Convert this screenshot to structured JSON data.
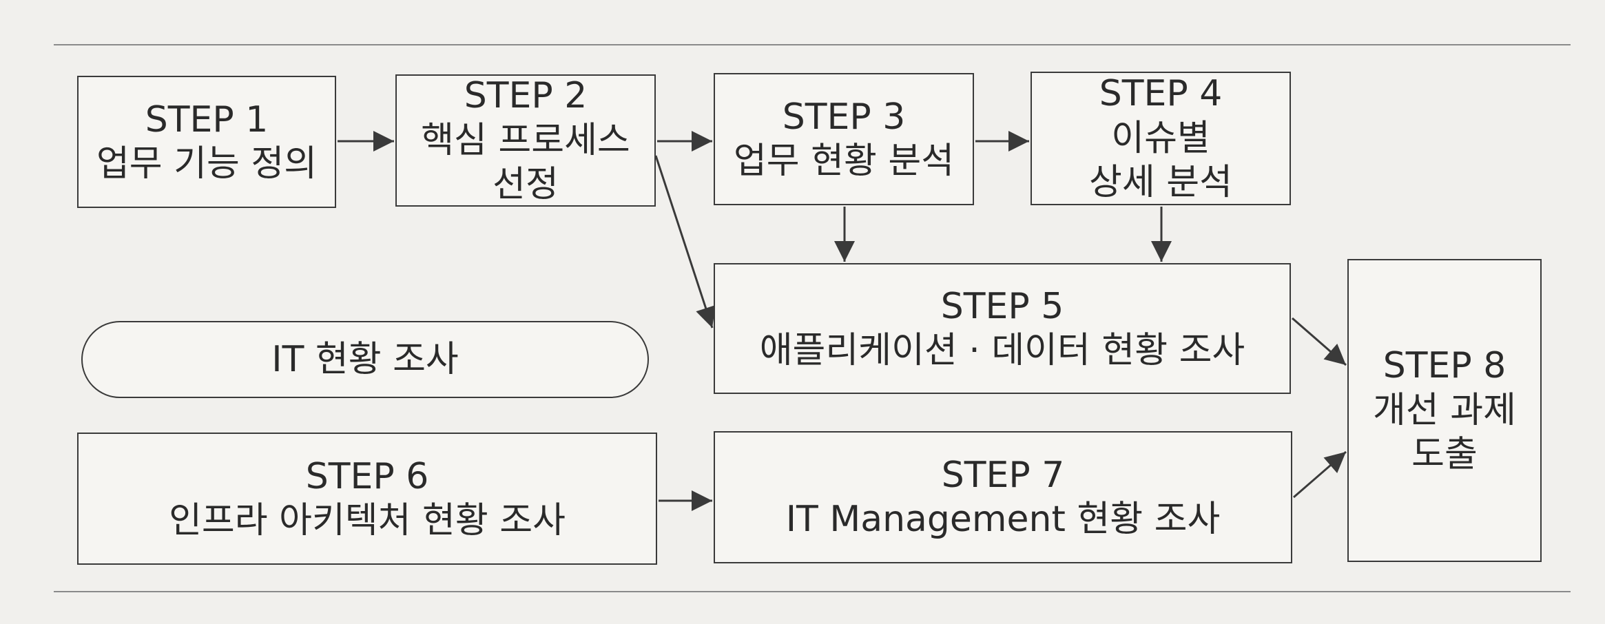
{
  "colors": {
    "line": "#3a3a3a",
    "background": "#f1f0ed",
    "box_fill": "#f6f5f2",
    "rule": "#8a8a8a"
  },
  "nodes": {
    "step1": {
      "title": "STEP 1",
      "label": "업무 기능 정의"
    },
    "step2": {
      "title": "STEP 2",
      "label_line1": "핵심 프로세스",
      "label_line2": "선정"
    },
    "step3": {
      "title": "STEP 3",
      "label": "업무 현황 분석"
    },
    "step4": {
      "title": "STEP 4",
      "label_line1": "이슈별",
      "label_line2": "상세 분석"
    },
    "step5": {
      "title": "STEP 5",
      "label": "애플리케이션 · 데이터 현황 조사"
    },
    "step6": {
      "title": "STEP 6",
      "label": "인프라 아키텍처 현황 조사"
    },
    "step7": {
      "title": "STEP 7",
      "label": "IT Management 현황 조사"
    },
    "step8": {
      "title": "STEP 8",
      "label_line1": "개선 과제",
      "label_line2": "도출"
    },
    "it_survey": {
      "label": "IT 현황 조사"
    }
  },
  "edges": [
    {
      "from": "step1",
      "to": "step2"
    },
    {
      "from": "step2",
      "to": "step3"
    },
    {
      "from": "step3",
      "to": "step4"
    },
    {
      "from": "step2",
      "to": "step5"
    },
    {
      "from": "step3",
      "to": "step5"
    },
    {
      "from": "step4",
      "to": "step5"
    },
    {
      "from": "step5",
      "to": "step8"
    },
    {
      "from": "step6",
      "to": "step7"
    },
    {
      "from": "step7",
      "to": "step8"
    }
  ]
}
